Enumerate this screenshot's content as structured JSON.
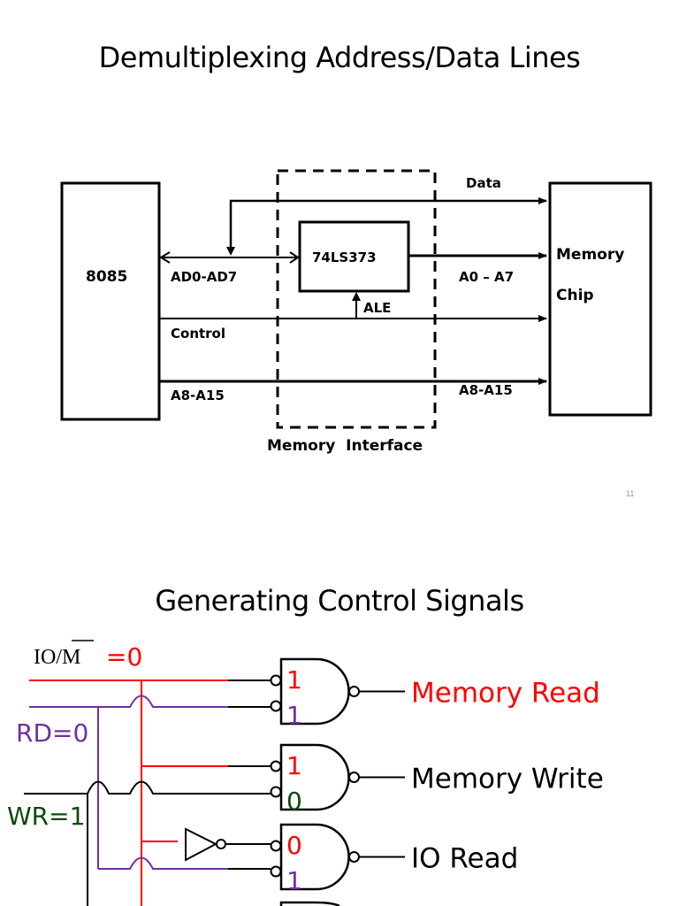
{
  "slide1": {
    "title": "Demultiplexing Address/Data Lines",
    "cpu_label": "8085",
    "latch_label": "74LS373",
    "memory_label_line1": "Memory",
    "memory_label_line2": "Chip",
    "interface_label": "Memory  Interface",
    "signals": {
      "data": "Data",
      "ad": "AD0-AD7",
      "a0a7": "A0 – A7",
      "ale": "ALE",
      "control": "Control",
      "a8a15_left": "A8-A15",
      "a8a15_right": "A8-A15"
    },
    "page_number": "11"
  },
  "slide2": {
    "title": "Generating Control Signals",
    "inputs": {
      "iom_label": "IO/M",
      "iom_value": "=0",
      "rd": "RD=0",
      "wr": "WR=1"
    },
    "gates": [
      {
        "in1": "1",
        "in2": "1",
        "output": "Memory Read"
      },
      {
        "in1": "1",
        "in2": "0",
        "output": "Memory Write"
      },
      {
        "in1": "0",
        "in2": "1",
        "output": "IO Read"
      }
    ],
    "colors": {
      "iom": "#ff0000",
      "rd": "#7030a0",
      "wr": "#0b4a0b",
      "active_output": "#ff0000"
    }
  }
}
